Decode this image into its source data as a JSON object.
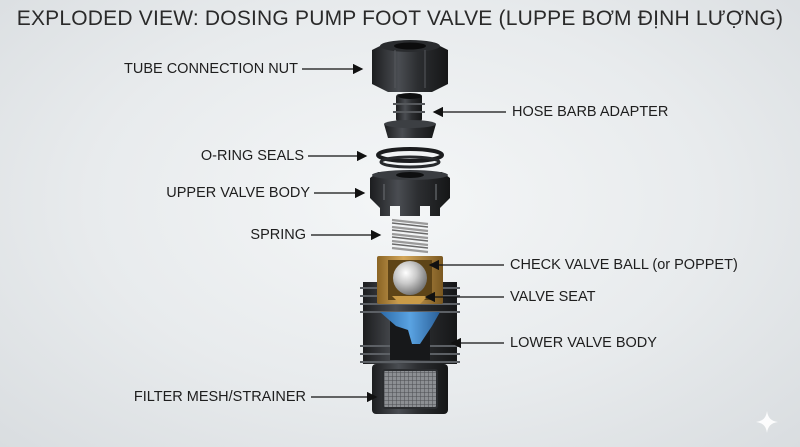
{
  "title": "EXPLODED VIEW: DOSING PUMP FOOT VALVE (LUPPE BƠM ĐỊNH LƯỢNG)",
  "labels_left": [
    {
      "key": "nut",
      "text": "TUBE CONNECTION NUT"
    },
    {
      "key": "oring",
      "text": "O-RING SEALS"
    },
    {
      "key": "upper",
      "text": "UPPER VALVE BODY"
    },
    {
      "key": "spring",
      "text": "SPRING"
    },
    {
      "key": "filter",
      "text": "FILTER MESH/STRAINER"
    }
  ],
  "labels_right": [
    {
      "key": "barb",
      "text": "HOSE BARB ADAPTER"
    },
    {
      "key": "ball",
      "text": "CHECK VALVE BALL (or POPPET)"
    },
    {
      "key": "seat",
      "text": "VALVE SEAT"
    },
    {
      "key": "lower",
      "text": "LOWER VALVE BODY"
    }
  ],
  "colors": {
    "body_dark": "#2b2d30",
    "body_mid": "#3d4044",
    "brass": "#b8893a",
    "seal_blue": "#3f86c9",
    "steel": "#c8c8c8"
  }
}
